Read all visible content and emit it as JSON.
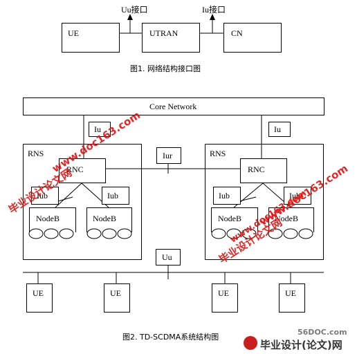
{
  "fig1": {
    "ue": "UE",
    "utran": "UTRAN",
    "cn": "CN",
    "uu_interface": "Uu接口",
    "iu_interface": "Iu接口",
    "caption": "图1. 网络结构接口图"
  },
  "fig2": {
    "core_network": "Core Network",
    "iu_left": "Iu",
    "iu_right": "Iu",
    "iur": "Iur",
    "rns_left": "RNS",
    "rns_right": "RNS",
    "rnc_left": "RNC",
    "rnc_right": "RNC",
    "iub_labels": [
      "Iub",
      "Iub",
      "Iub",
      "Iub"
    ],
    "nodeb_labels": [
      "NodeB",
      "NodeB",
      "NodeB",
      "NodeB"
    ],
    "uu": "Uu",
    "ue_labels": [
      "UE",
      "UE",
      "UE",
      "UE"
    ],
    "caption": "图2. TD-SCDMA系统结构图"
  },
  "watermarks": {
    "site": "www.doc163.com",
    "thesis": "毕业设计论文网",
    "footer_site": "56DOC.com",
    "footer_brand": "毕业设计(论文)网"
  }
}
